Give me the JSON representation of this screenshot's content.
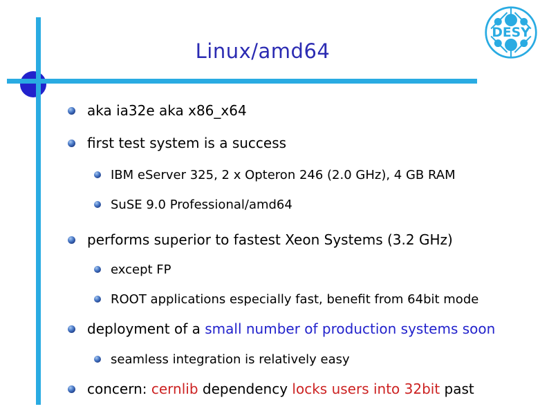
{
  "slide": {
    "title": "Linux/amd64",
    "logo": {
      "text": "DESY"
    },
    "colors": {
      "accent_cyan": "#29ABE2",
      "title_blue": "#2B2BB2",
      "highlight_blue": "#2222CC",
      "highlight_red": "#CC2222",
      "body_black": "#000000",
      "corner_circle_blue": "#2222CC"
    },
    "bullets": [
      {
        "level": 1,
        "segments": [
          {
            "text": "aka ia32e aka x86_x64",
            "color": "black"
          }
        ]
      },
      {
        "level": 1,
        "segments": [
          {
            "text": "first test system is a success",
            "color": "black"
          }
        ]
      },
      {
        "level": 2,
        "segments": [
          {
            "text": "IBM eServer 325, 2 x Opteron 246 (2.0 GHz), 4 GB RAM",
            "color": "black"
          }
        ]
      },
      {
        "level": 2,
        "segments": [
          {
            "text": "SuSE 9.0 Professional/amd64",
            "color": "black"
          }
        ]
      },
      {
        "level": 1,
        "segments": [
          {
            "text": "performs superior to fastest Xeon Systems (3.2 GHz)",
            "color": "black"
          }
        ]
      },
      {
        "level": 2,
        "segments": [
          {
            "text": "except FP",
            "color": "black"
          }
        ]
      },
      {
        "level": 2,
        "segments": [
          {
            "text": "ROOT applications especially fast, benefit from 64bit mode",
            "color": "black"
          }
        ]
      },
      {
        "level": 1,
        "segments": [
          {
            "text": "deployment of a ",
            "color": "black"
          },
          {
            "text": "small number of production systems soon",
            "color": "blue"
          }
        ]
      },
      {
        "level": 2,
        "segments": [
          {
            "text": "seamless integration is relatively easy",
            "color": "black"
          }
        ]
      },
      {
        "level": 1,
        "segments": [
          {
            "text": "concern: ",
            "color": "black"
          },
          {
            "text": "cernlib",
            "color": "red"
          },
          {
            "text": " dependency ",
            "color": "black"
          },
          {
            "text": "locks users into 32bit",
            "color": "red"
          },
          {
            "text": " past",
            "color": "black"
          }
        ]
      }
    ]
  }
}
